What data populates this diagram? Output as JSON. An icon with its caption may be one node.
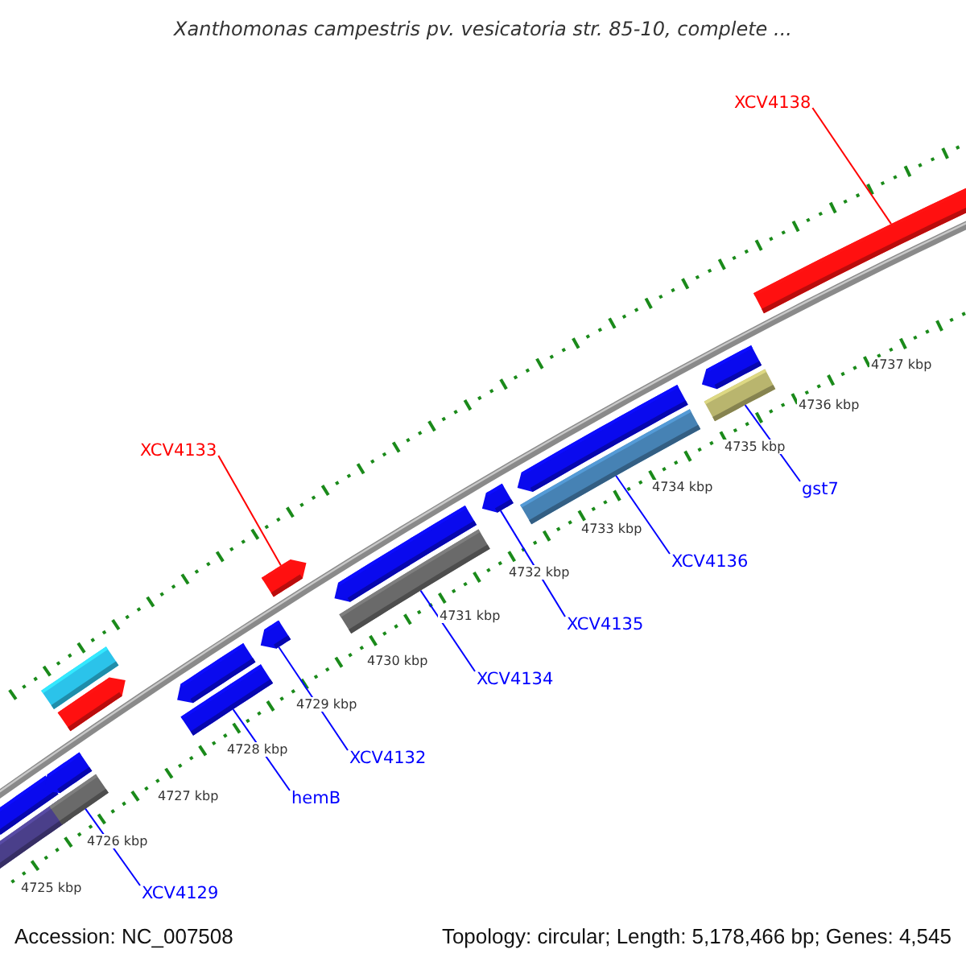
{
  "diagram": {
    "title": "Xanthomonas campestris pv. vesicatoria str. 85-10, complete ...",
    "nodes": [
      {
        "text": [],
        "shape": "bar"
      },
      {
        "text": [],
        "shape": "pentagon"
      },
      {
        "text": [],
        "shape": "pentagon"
      },
      {
        "text": [],
        "shape": "pentagon"
      },
      {
        "text": [],
        "shape": "bar"
      },
      {
        "text": [],
        "shape": "bar"
      },
      {
        "text": [],
        "shape": "pentagon"
      },
      {
        "text": [],
        "shape": "bar"
      },
      {
        "text": [],
        "shape": "pentagon"
      },
      {
        "text": [],
        "shape": "pentagon"
      },
      {
        "text": [],
        "shape": "pentagon"
      },
      {
        "text": [],
        "shape": "bar"
      },
      {
        "text": [],
        "shape": "pentagon"
      },
      {
        "text": [],
        "shape": "pentagon"
      },
      {
        "text": [],
        "shape": "bar"
      },
      {
        "text": [],
        "shape": "pentagon"
      },
      {
        "text": [],
        "shape": "bar"
      },
      {
        "text": [],
        "shape": "bar"
      },
      {
        "text": [
          "XCV4138"
        ]
      },
      {
        "text": [
          "XCV4133"
        ]
      },
      {
        "text": [
          "XCV4129"
        ]
      },
      {
        "text": [
          "hemB"
        ]
      },
      {
        "text": [
          "XCV4132"
        ]
      },
      {
        "text": [
          "XCV4134"
        ]
      },
      {
        "text": [
          "XCV4135"
        ]
      },
      {
        "text": [
          "XCV4136"
        ]
      },
      {
        "text": [
          "gst7"
        ]
      }
    ],
    "edges": [
      {
        "from": 18,
        "to": 17,
        "arrow": "none",
        "color": "#ff0000"
      },
      {
        "from": 19,
        "to": 8,
        "arrow": "none",
        "color": "#ff0000"
      },
      {
        "from": 20,
        "to": 5,
        "arrow": "none"
      },
      {
        "from": 21,
        "to": 7,
        "arrow": "none"
      },
      {
        "from": 22,
        "to": 9,
        "arrow": "none"
      },
      {
        "from": 23,
        "to": 11,
        "arrow": "none"
      },
      {
        "from": 24,
        "to": 12,
        "arrow": "none"
      },
      {
        "from": 25,
        "to": 14,
        "arrow": "none"
      },
      {
        "from": 26,
        "to": 16,
        "arrow": "none"
      }
    ],
    "labels": [
      "4725 kbp",
      "4726 kbp",
      "4727 kbp",
      "4728 kbp",
      "4729 kbp",
      "4730 kbp",
      "4731 kbp",
      "4732 kbp",
      "4733 kbp",
      "4734 kbp",
      "4735 kbp",
      "4736 kbp",
      "4737 kbp",
      "Accession: NC_007508",
      "Topology: circular; Length: 5,178,466 bp; Genes: 4,545"
    ]
  }
}
